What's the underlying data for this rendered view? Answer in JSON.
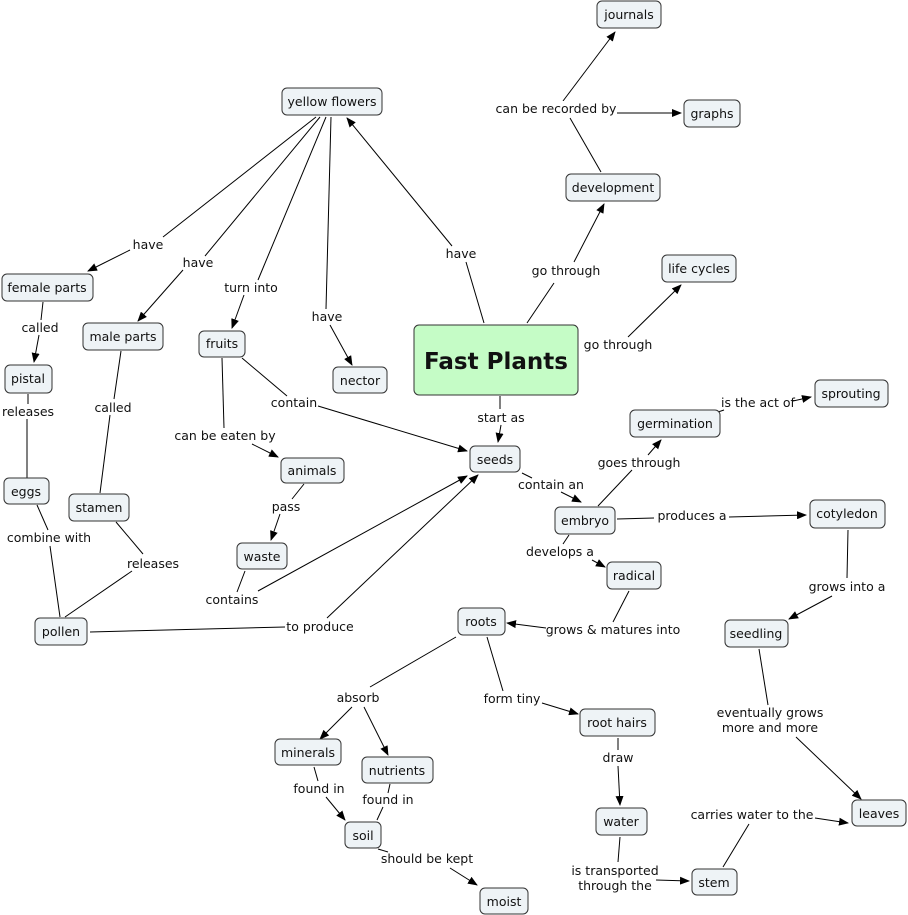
{
  "nodes": {
    "journals": "journals",
    "graphs": "graphs",
    "yellow_flowers": "yellow flowers",
    "development": "development",
    "life_cycles": "life cycles",
    "female_parts": "female parts",
    "male_parts": "male parts",
    "fruits": "fruits",
    "fast_plants": "Fast Plants",
    "nector": "nector",
    "pistal": "pistal",
    "germination": "germination",
    "sprouting": "sprouting",
    "seeds": "seeds",
    "animals": "animals",
    "eggs": "eggs",
    "stamen": "stamen",
    "embryo": "embryo",
    "cotyledon": "cotyledon",
    "waste": "waste",
    "radical": "radical",
    "pollen": "pollen",
    "roots": "roots",
    "seedling": "seedling",
    "root_hairs": "root hairs",
    "minerals": "minerals",
    "nutrients": "nutrients",
    "leaves": "leaves",
    "water": "water",
    "soil": "soil",
    "stem": "stem",
    "moist": "moist"
  },
  "links": {
    "can_be_recorded_by": "can be recorded by",
    "have_1": "have",
    "have_2": "have",
    "have_3": "have",
    "have_4": "have",
    "turn_into": "turn into",
    "go_through_1": "go through",
    "go_through_2": "go through",
    "called_1": "called",
    "called_2": "called",
    "contain": "contain",
    "start_as": "start as",
    "releases_1": "releases",
    "releases_2": "releases",
    "is_the_act_of": "is the act of",
    "can_be_eaten_by": "can be eaten by",
    "goes_through": "goes through",
    "contain_an": "contain an",
    "pass": "pass",
    "combine_with": "combine with",
    "produces_a": "produces a",
    "develops_a": "develops a",
    "grows_into_a": "grows into a",
    "contains": "contains",
    "to_produce": "to produce",
    "grows_matures_into": "grows & matures into",
    "absorb": "absorb",
    "form_tiny": "form tiny",
    "eventually_grows_l1": "eventually grows",
    "eventually_grows_l2": "more and more",
    "draw": "draw",
    "found_in_1": "found in",
    "found_in_2": "found in",
    "carries_water_to_the": "carries water to the",
    "should_be_kept": "should be kept",
    "is_transported_l1": "is transported",
    "is_transported_l2": "through the"
  }
}
